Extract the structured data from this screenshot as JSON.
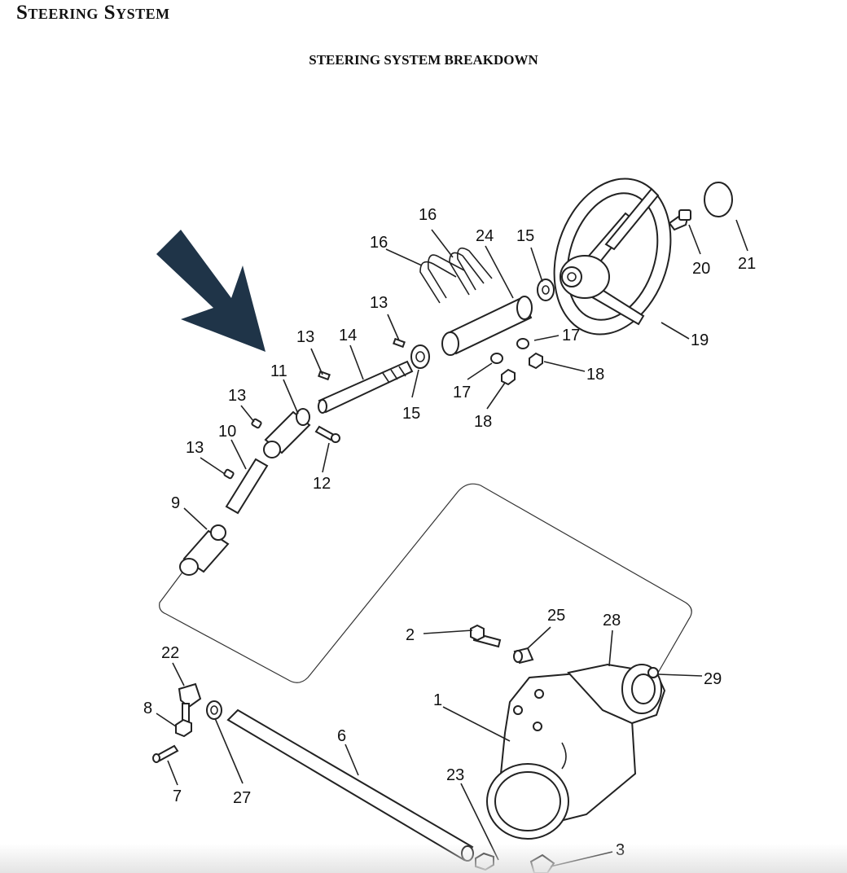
{
  "header": {
    "title": "Steering System"
  },
  "diagram": {
    "title": "STEERING SYSTEM BREAKDOWN",
    "arrow_color": "#1f3448",
    "callouts": {
      "c1": "1",
      "c2": "2",
      "c3": "3",
      "c6": "6",
      "c7": "7",
      "c8": "8",
      "c9": "9",
      "c10": "10",
      "c11": "11",
      "c12": "12",
      "c13a": "13",
      "c13b": "13",
      "c13c": "13",
      "c13d": "13",
      "c14": "14",
      "c15a": "15",
      "c15b": "15",
      "c16a": "16",
      "c16b": "16",
      "c17a": "17",
      "c17b": "17",
      "c18a": "18",
      "c18b": "18",
      "c19": "19",
      "c20": "20",
      "c21": "21",
      "c22": "22",
      "c23": "23",
      "c24": "24",
      "c25": "25",
      "c27": "27",
      "c28": "28",
      "c29": "29"
    }
  }
}
